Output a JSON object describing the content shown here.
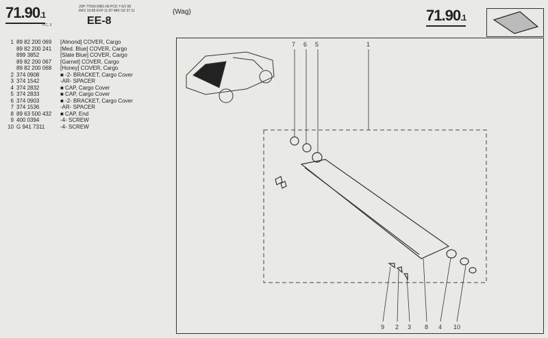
{
  "header": {
    "page_number": "71.90",
    "page_suffix": "1",
    "page_sub": "P.C. 3",
    "doc_ref_line1": "JDP 77569-0981-06 PCD 7-6/1 85",
    "doc_ref_line2": "REV 10-85 EXP 11-87 MIK OZ 37.11",
    "section_code": "EE-8",
    "body_style": "(Wag)",
    "right_page_number": "71.90",
    "right_page_suffix": "1"
  },
  "parts": [
    {
      "no": "1",
      "part": "89 82 200 069",
      "desc": "[Almond]  COVER, Cargo"
    },
    {
      "no": "",
      "part": "89 82 200 241",
      "desc": "[Med. Blue]  COVER, Cargo"
    },
    {
      "no": "",
      "part": "899 3852",
      "desc": "[Slate Blue]  COVER, Cargo"
    },
    {
      "no": "",
      "part": "89 82 200 067",
      "desc": "[Garnet]  COVER, Cargo"
    },
    {
      "no": "",
      "part": "89 82 200 068",
      "desc": "[Honey]  COVER, Cargo"
    },
    {
      "no": "2",
      "part": "374 0908",
      "desc": "■ -2- BRACKET, Cargo Cover"
    },
    {
      "no": "3",
      "part": "374 1542",
      "desc": "-AR- SPACER"
    },
    {
      "no": "4",
      "part": "374 2832",
      "desc": "■ CAP, Cargo Cover"
    },
    {
      "no": "5",
      "part": "374 2833",
      "desc": "■ CAP, Cargo Cover"
    },
    {
      "no": "6",
      "part": "374 0903",
      "desc": "■ -2- BRACKET, Cargo Cover"
    },
    {
      "no": "7",
      "part": "374 1536",
      "desc": "-AR- SPACER"
    },
    {
      "no": "8",
      "part": "89 63 500 432",
      "desc": "■ CAP, End"
    },
    {
      "no": "9",
      "part": "400 0394",
      "desc": "-4- SCREW"
    },
    {
      "no": "10",
      "part": "G 941 7311",
      "desc": "-4- SCREW"
    }
  ],
  "callouts_top": [
    "7",
    "6",
    "5",
    "1"
  ],
  "callouts_bottom": [
    "9",
    "2",
    "3",
    "8",
    "4",
    "10"
  ]
}
